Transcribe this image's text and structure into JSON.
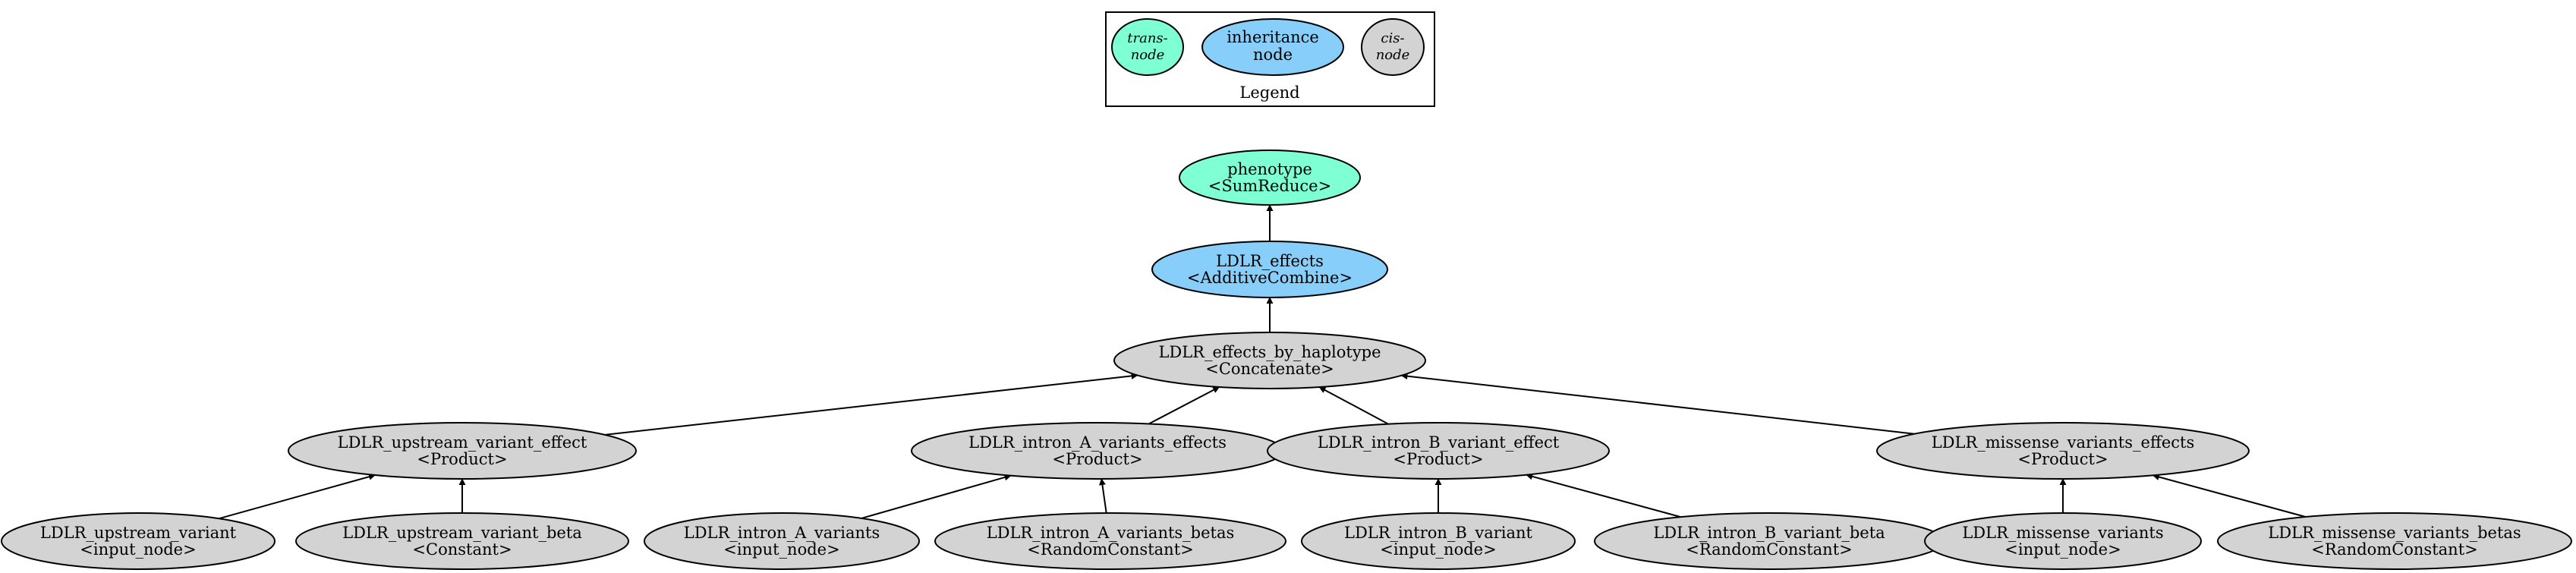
{
  "legend": {
    "title": "Legend",
    "items": [
      {
        "id": "trans",
        "lines": [
          "trans-",
          "node"
        ],
        "italic": true,
        "color": "#7fffd4"
      },
      {
        "id": "inheritance",
        "lines": [
          "inheritance",
          "node"
        ],
        "italic": false,
        "color": "#87cefa"
      },
      {
        "id": "cis",
        "lines": [
          "cis-",
          "node"
        ],
        "italic": true,
        "color": "#d3d3d3"
      }
    ]
  },
  "colors": {
    "trans": "#7fffd4",
    "inheritance": "#87cefa",
    "cis": "#d3d3d3",
    "edge": "#000000"
  },
  "nodes": [
    {
      "id": "phenotype",
      "name": "phenotype",
      "type": "<SumReduce>",
      "kind": "trans"
    },
    {
      "id": "ldlr_effects",
      "name": "LDLR_effects",
      "type": "<AdditiveCombine>",
      "kind": "inheritance"
    },
    {
      "id": "hap",
      "name": "LDLR_effects_by_haplotype",
      "type": "<Concatenate>",
      "kind": "cis"
    },
    {
      "id": "up_eff",
      "name": "LDLR_upstream_variant_effect",
      "type": "<Product>",
      "kind": "cis"
    },
    {
      "id": "intA_eff",
      "name": "LDLR_intron_A_variants_effects",
      "type": "<Product>",
      "kind": "cis"
    },
    {
      "id": "intB_eff",
      "name": "LDLR_intron_B_variant_effect",
      "type": "<Product>",
      "kind": "cis"
    },
    {
      "id": "mis_eff",
      "name": "LDLR_missense_variants_effects",
      "type": "<Product>",
      "kind": "cis"
    },
    {
      "id": "up_var",
      "name": "LDLR_upstream_variant",
      "type": "<input_node>",
      "kind": "cis"
    },
    {
      "id": "up_beta",
      "name": "LDLR_upstream_variant_beta",
      "type": "<Constant>",
      "kind": "cis"
    },
    {
      "id": "intA_var",
      "name": "LDLR_intron_A_variants",
      "type": "<input_node>",
      "kind": "cis"
    },
    {
      "id": "intA_beta",
      "name": "LDLR_intron_A_variants_betas",
      "type": "<RandomConstant>",
      "kind": "cis"
    },
    {
      "id": "intB_var",
      "name": "LDLR_intron_B_variant",
      "type": "<input_node>",
      "kind": "cis"
    },
    {
      "id": "intB_beta",
      "name": "LDLR_intron_B_variant_beta",
      "type": "<RandomConstant>",
      "kind": "cis"
    },
    {
      "id": "mis_var",
      "name": "LDLR_missense_variants",
      "type": "<input_node>",
      "kind": "cis"
    },
    {
      "id": "mis_beta",
      "name": "LDLR_missense_variants_betas",
      "type": "<RandomConstant>",
      "kind": "cis"
    }
  ],
  "edges": [
    {
      "from": "ldlr_effects",
      "to": "phenotype"
    },
    {
      "from": "hap",
      "to": "ldlr_effects"
    },
    {
      "from": "up_eff",
      "to": "hap"
    },
    {
      "from": "intA_eff",
      "to": "hap"
    },
    {
      "from": "intB_eff",
      "to": "hap"
    },
    {
      "from": "mis_eff",
      "to": "hap"
    },
    {
      "from": "up_var",
      "to": "up_eff"
    },
    {
      "from": "up_beta",
      "to": "up_eff"
    },
    {
      "from": "intA_var",
      "to": "intA_eff"
    },
    {
      "from": "intA_beta",
      "to": "intA_eff"
    },
    {
      "from": "intB_var",
      "to": "intB_eff"
    },
    {
      "from": "intB_beta",
      "to": "intB_eff"
    },
    {
      "from": "mis_var",
      "to": "mis_eff"
    },
    {
      "from": "mis_beta",
      "to": "mis_eff"
    }
  ]
}
